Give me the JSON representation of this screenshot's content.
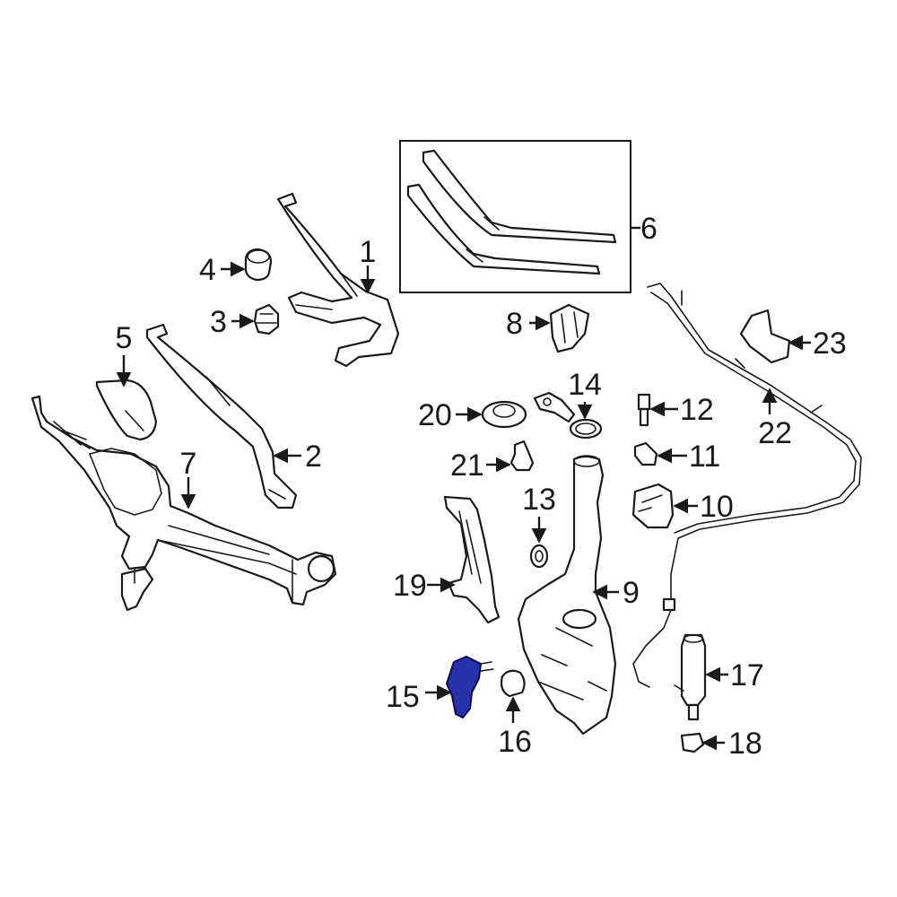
{
  "callouts": {
    "c1": "1",
    "c2": "2",
    "c3": "3",
    "c4": "4",
    "c5": "5",
    "c6": "6",
    "c7": "7",
    "c8": "8",
    "c9": "9",
    "c10": "10",
    "c11": "11",
    "c12": "12",
    "c13": "13",
    "c14": "14",
    "c15": "15",
    "c16": "16",
    "c17": "17",
    "c18": "18",
    "c19": "19",
    "c20": "20",
    "c21": "21",
    "c22": "22",
    "c23": "23"
  },
  "colors": {
    "line": "#1a1a1a",
    "highlight": "#2832a8",
    "background": "#ffffff"
  }
}
